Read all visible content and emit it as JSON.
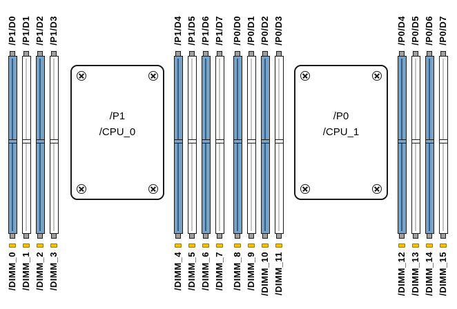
{
  "colors": {
    "slot_blue": "#79a3c6",
    "slot_white": "#fdfdfd",
    "led_yellow": "#f2c200",
    "outline": "#1a1a1a"
  },
  "left_group": {
    "slots": [
      {
        "top_label": "/P1/D0",
        "bottom_label": "/DIMM_0",
        "color": "blue"
      },
      {
        "top_label": "/P1/D1",
        "bottom_label": "/DIMM_1",
        "color": "white"
      },
      {
        "top_label": "/P1/D2",
        "bottom_label": "/DIMM_2",
        "color": "blue"
      },
      {
        "top_label": "/P1/D3",
        "bottom_label": "/DIMM_3",
        "color": "white"
      }
    ]
  },
  "cpu0": {
    "line1": "/P1",
    "line2": "/CPU_0"
  },
  "middle_group": {
    "slots": [
      {
        "top_label": "/P1/D4",
        "bottom_label": "/DIMM_4",
        "color": "blue"
      },
      {
        "top_label": "/P1/D5",
        "bottom_label": "/DIMM_5",
        "color": "white"
      },
      {
        "top_label": "/P1/D6",
        "bottom_label": "/DIMM_6",
        "color": "blue"
      },
      {
        "top_label": "/P1/D7",
        "bottom_label": "/DIMM_7",
        "color": "white"
      },
      {
        "top_label": "/P0/D0",
        "bottom_label": "/DIMM_8",
        "color": "blue"
      },
      {
        "top_label": "/P0/D1",
        "bottom_label": "/DIMM_9",
        "color": "white"
      },
      {
        "top_label": "/P0/D2",
        "bottom_label": "/DIMM_10",
        "color": "blue"
      },
      {
        "top_label": "/P0/D3",
        "bottom_label": "/DIMM_11",
        "color": "white"
      }
    ]
  },
  "cpu1": {
    "line1": "/P0",
    "line2": "/CPU_1"
  },
  "right_group": {
    "slots": [
      {
        "top_label": "/P0/D4",
        "bottom_label": "/DIMM_12",
        "color": "blue"
      },
      {
        "top_label": "/P0/D5",
        "bottom_label": "/DIMM_13",
        "color": "white"
      },
      {
        "top_label": "/P0/D6",
        "bottom_label": "/DIMM_14",
        "color": "blue"
      },
      {
        "top_label": "/P0/D7",
        "bottom_label": "/DIMM_15",
        "color": "white"
      }
    ]
  }
}
